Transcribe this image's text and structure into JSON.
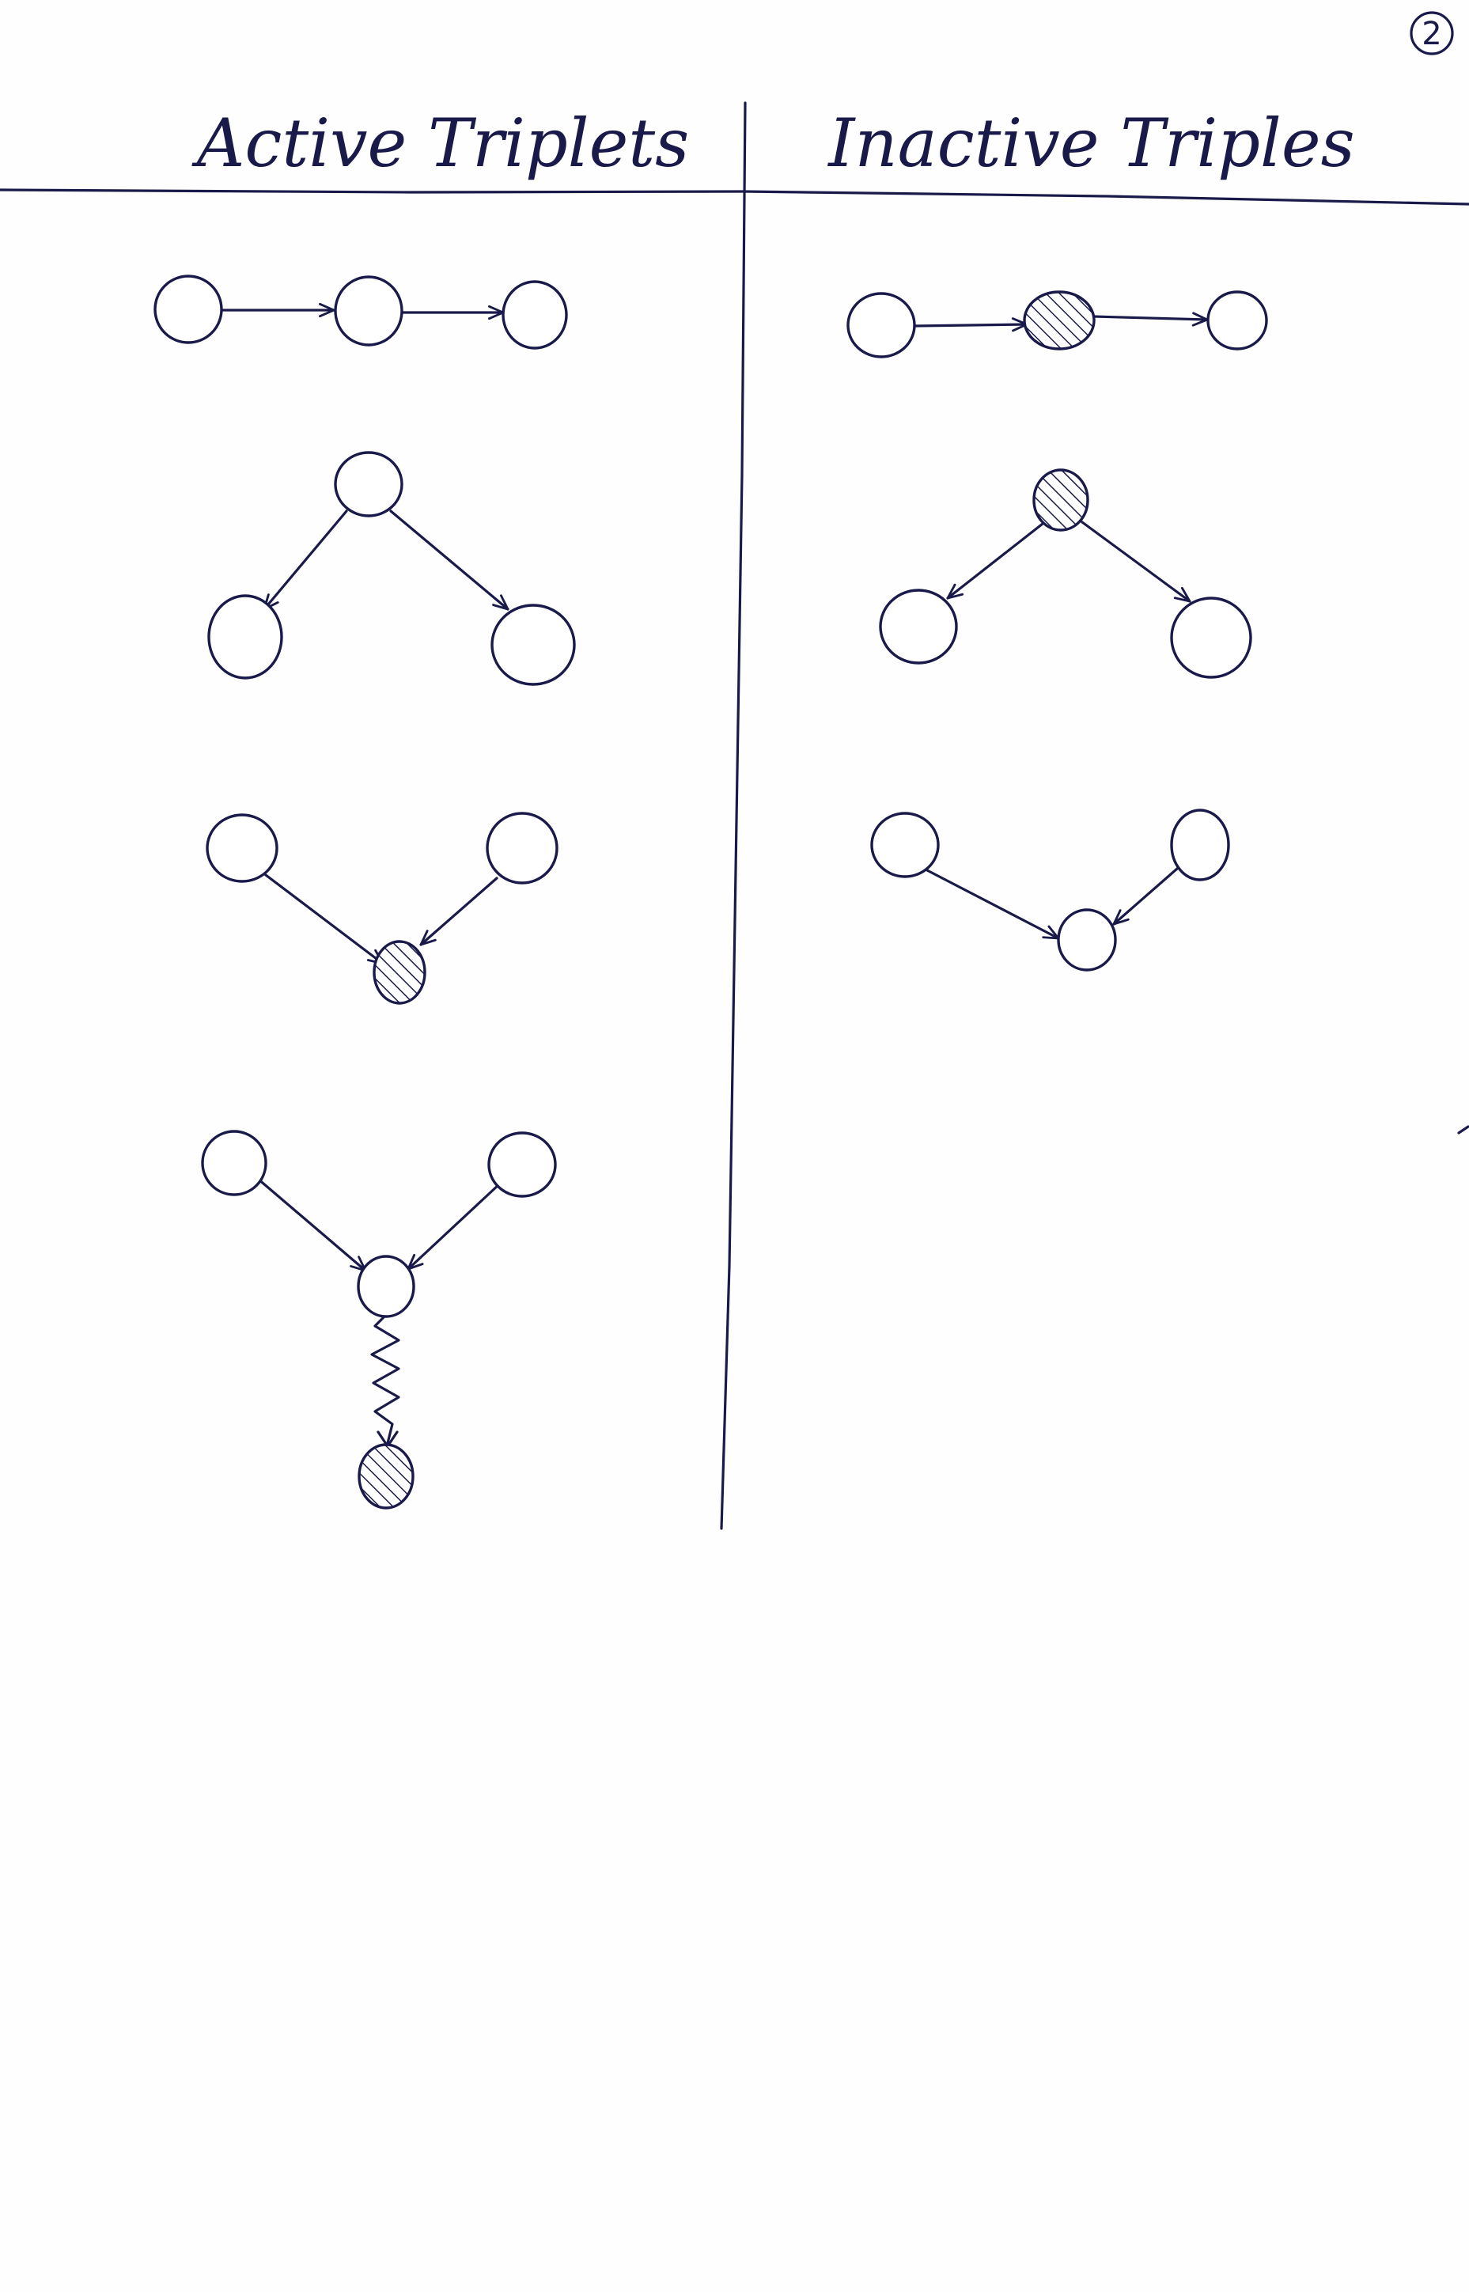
{
  "page_number": "2",
  "headings": {
    "left": "Active Triplets",
    "right": "Inactive Triples"
  },
  "colors": {
    "ink": "#1a1a4a",
    "paper": "#fefefe"
  },
  "active_triplets": [
    {
      "structure": "causal chain",
      "observed_nodes": "none"
    },
    {
      "structure": "common cause",
      "observed_nodes": "none"
    },
    {
      "structure": "common effect (v-structure)",
      "observed_nodes": "bottom"
    },
    {
      "structure": "common effect with observed descendant",
      "observed_nodes": "descendant"
    }
  ],
  "inactive_triples": [
    {
      "structure": "causal chain",
      "observed_nodes": "middle"
    },
    {
      "structure": "common cause",
      "observed_nodes": "top"
    },
    {
      "structure": "common effect (v-structure)",
      "observed_nodes": "none"
    }
  ]
}
